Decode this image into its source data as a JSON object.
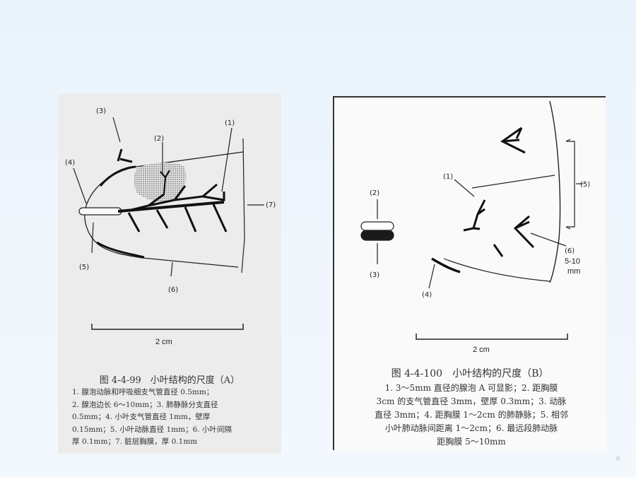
{
  "figure_a": {
    "labels": {
      "l1": "(1)",
      "l2": "(2)",
      "l3": "(3)",
      "l4": "(4)",
      "l5": "(5)",
      "l6": "(6)",
      "l7": "(7)"
    },
    "scale": "2 cm",
    "title": "图 4-4-99　小叶结构的尺度（A）",
    "caption": [
      "1. 腺泡动脉和呼吸细支气管直径 0.5mm；",
      "2. 腺泡边长 6～10mm；3. 肺静脉分支直径",
      "0.5mm；4. 小叶支气管直径 1mm，壁厚",
      "0.15mm；5. 小叶动脉直径 1mm；6. 小叶间隔",
      "厚 0.1mm；7. 脏层胸膜，厚 0.1mm"
    ]
  },
  "figure_b": {
    "labels": {
      "l1": "(1)",
      "l2": "(2)",
      "l3": "(3)",
      "l4": "(4)",
      "l5": "(5)",
      "l6": "(6)",
      "range": "5-10",
      "unit": "mm"
    },
    "scale": "2 cm",
    "title": "图 4-4-100　小叶结构的尺度（B）",
    "caption": [
      "1. 3～5mm 直径的腺泡 A 可显影；2. 距胸膜",
      "3cm 的支气管直径 3mm，壁厚 0.3mm；3. 动脉",
      "直径 3mm；4. 距胸膜 1～2cm 的肺静脉；5. 相邻",
      "小叶肺动脉间距离 1～2cm；6. 最远段肺动脉",
      "距胸膜 5～10mm"
    ]
  },
  "page_number": "6"
}
